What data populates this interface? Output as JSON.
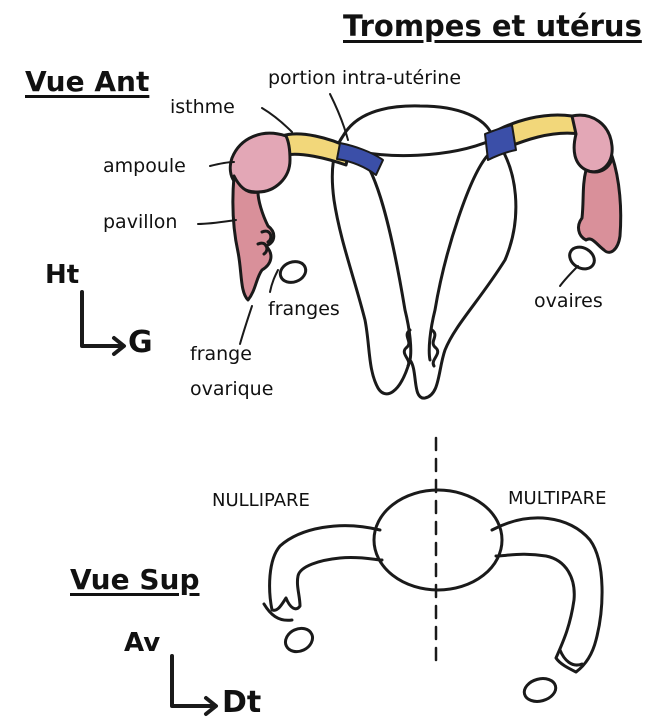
{
  "title": "Trompes et utérus",
  "views": {
    "anterior": "Vue Ant",
    "superior": "Vue Sup"
  },
  "labels": {
    "portion": "portion intra-utérine",
    "isthme": "isthme",
    "ampoule": "ampoule",
    "pavillon": "pavillon",
    "franges": "franges",
    "ovaires": "ovaires",
    "frange_ovarique_1": "frange",
    "frange_ovarique_2": "ovarique",
    "nullipare": "NULLIPARE",
    "multipare": "MULTIPARE"
  },
  "orientation": {
    "ant_up": "Ht",
    "ant_left": "G",
    "sup_up": "Av",
    "sup_right": "Dt"
  },
  "colors": {
    "outline": "#1a1a1a",
    "isthme": "#f2d77a",
    "portion": "#3b4fa8",
    "ampoule": "#e3a7b6",
    "pavillon": "#d9909a"
  }
}
